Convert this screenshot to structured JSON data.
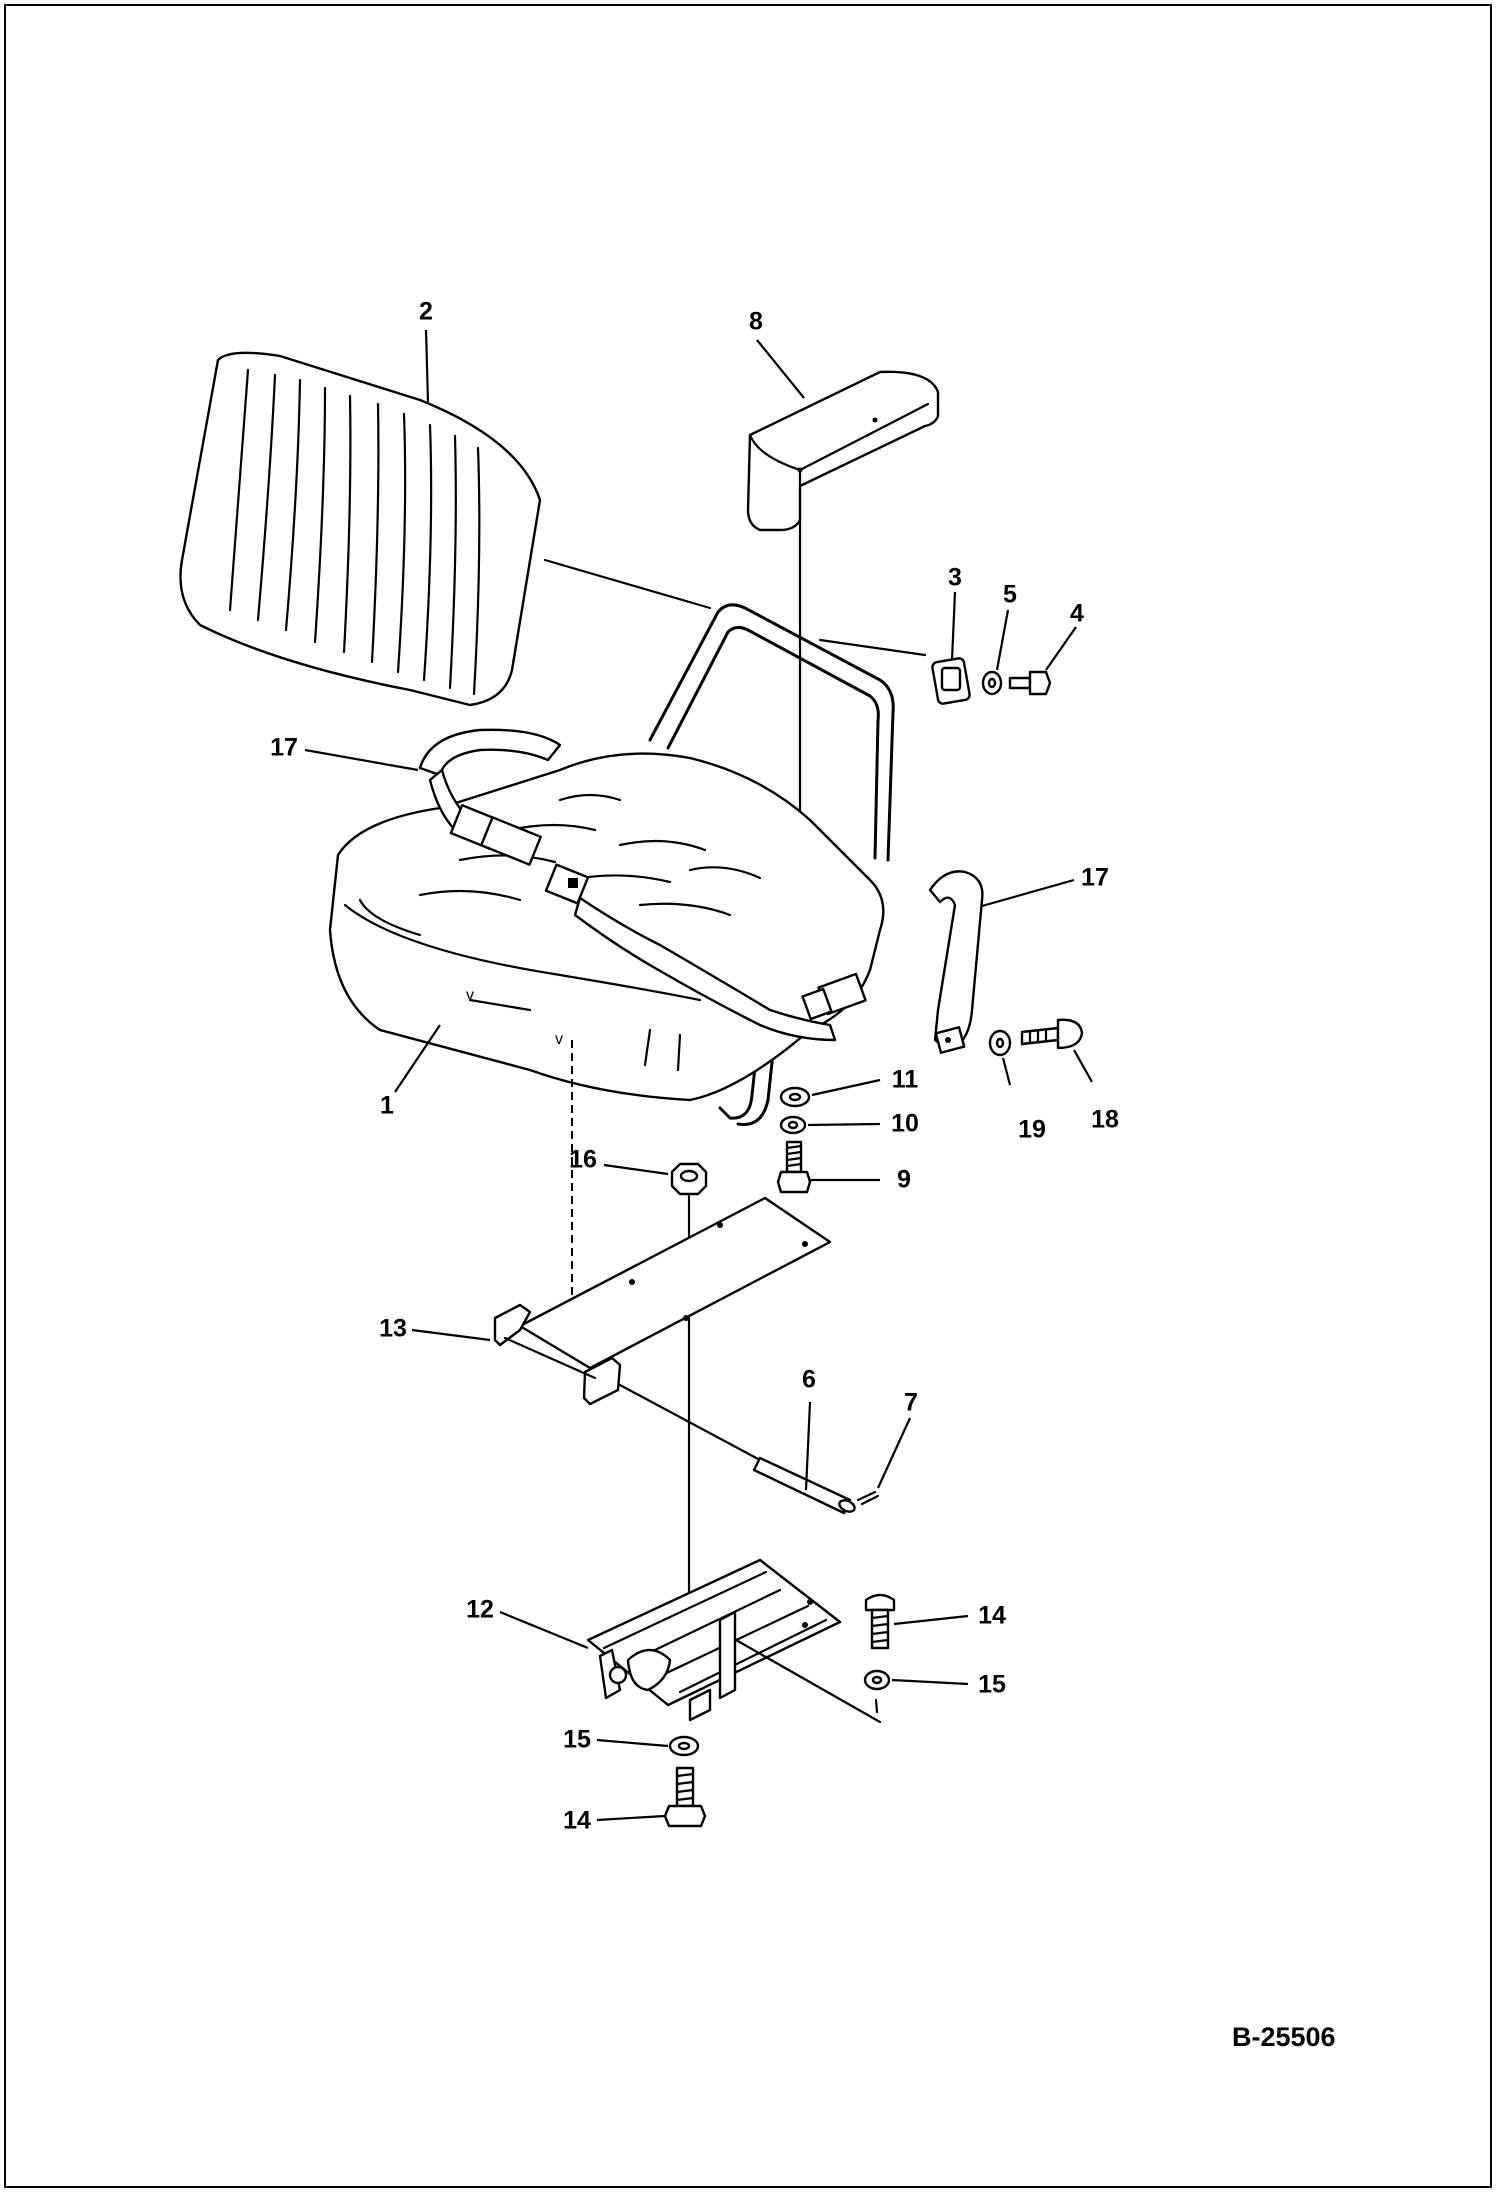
{
  "callouts": [
    {
      "id": "1",
      "part": "seat"
    },
    {
      "id": "2",
      "part": "backrest"
    },
    {
      "id": "3",
      "part": "bracket"
    },
    {
      "id": "4",
      "part": "bolt"
    },
    {
      "id": "5",
      "part": "washer"
    },
    {
      "id": "6",
      "part": "rod"
    },
    {
      "id": "7",
      "part": "pin"
    },
    {
      "id": "8",
      "part": "armrest"
    },
    {
      "id": "9",
      "part": "bolt"
    },
    {
      "id": "10",
      "part": "washer"
    },
    {
      "id": "11",
      "part": "washer"
    },
    {
      "id": "12",
      "part": "slide-rail"
    },
    {
      "id": "13",
      "part": "bracket"
    },
    {
      "id": "14a",
      "part": "bolt"
    },
    {
      "id": "14b",
      "part": "bolt"
    },
    {
      "id": "15a",
      "part": "washer"
    },
    {
      "id": "15b",
      "part": "washer"
    },
    {
      "id": "16",
      "part": "nut"
    },
    {
      "id": "17a",
      "part": "seat-belt"
    },
    {
      "id": "17b",
      "part": "seat-belt"
    },
    {
      "id": "18",
      "part": "bolt"
    },
    {
      "id": "19",
      "part": "washer"
    }
  ],
  "labels": {
    "c1": "1",
    "c2": "2",
    "c3": "3",
    "c4": "4",
    "c5": "5",
    "c6": "6",
    "c7": "7",
    "c8": "8",
    "c9": "9",
    "c10": "10",
    "c11": "11",
    "c12": "12",
    "c13": "13",
    "c14a": "14",
    "c14b": "14",
    "c15a": "15",
    "c15b": "15",
    "c16": "16",
    "c17a": "17",
    "c17b": "17",
    "c18": "18",
    "c19": "19"
  },
  "drawing_id": "B-25506"
}
